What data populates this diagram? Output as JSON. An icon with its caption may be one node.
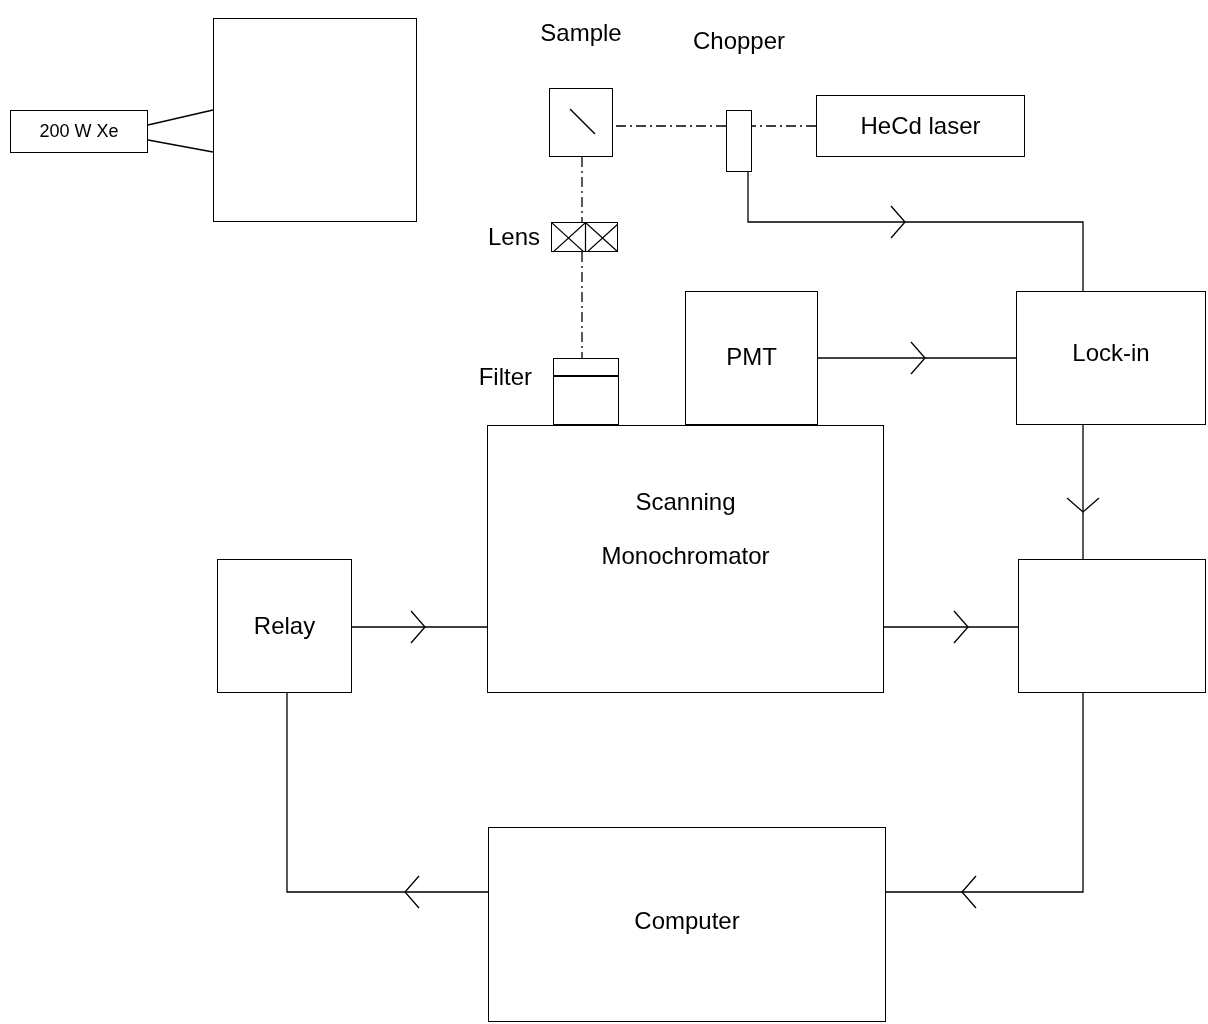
{
  "diagram": {
    "nodes": [
      {
        "text": [
          "200 W Xe"
        ]
      },
      {
        "text": [],
        "shape": "box"
      },
      {
        "text": [
          "Sample"
        ]
      },
      {
        "text": [
          "Chopper"
        ]
      },
      {
        "text": [
          "HeCd laser"
        ]
      },
      {
        "text": [
          "Lens"
        ]
      },
      {
        "text": [
          "Filter"
        ]
      },
      {
        "text": [
          "PMT"
        ]
      },
      {
        "text": [
          "Lock-in"
        ]
      },
      {
        "text": [
          "Scanning Monochromator"
        ]
      },
      {
        "text": [],
        "shape": "box"
      },
      {
        "text": [
          "Relay"
        ]
      },
      {
        "text": [
          "Computer"
        ]
      }
    ],
    "edges": [
      {
        "from": 0,
        "to": 1,
        "arrow": "none"
      },
      {
        "from": 0,
        "to": 1,
        "arrow": "none"
      },
      {
        "from": 4,
        "to": 3,
        "arrow": "none",
        "style": "dashed"
      },
      {
        "from": 3,
        "to": 2,
        "arrow": "none",
        "style": "dashed"
      },
      {
        "from": 2,
        "to": 5,
        "arrow": "none",
        "style": "dashed"
      },
      {
        "from": 5,
        "to": 6,
        "arrow": "none",
        "style": "dashed"
      },
      {
        "from": 3,
        "to": 8,
        "arrow": "to"
      },
      {
        "from": 7,
        "to": 8,
        "arrow": "to"
      },
      {
        "from": 8,
        "to": 10,
        "arrow": "to"
      },
      {
        "from": 11,
        "to": 9,
        "arrow": "to"
      },
      {
        "from": 9,
        "to": 10,
        "arrow": "to"
      },
      {
        "from": 10,
        "to": 12,
        "arrow": "to"
      },
      {
        "from": 12,
        "to": 11,
        "arrow": "to"
      }
    ]
  }
}
